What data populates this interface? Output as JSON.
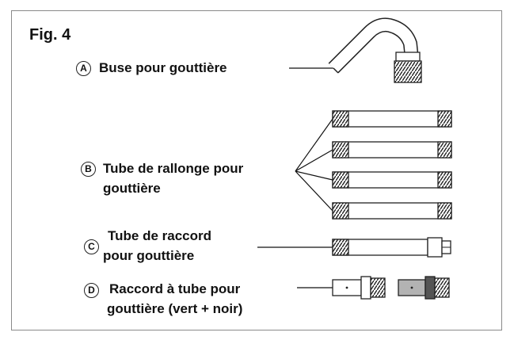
{
  "figure": {
    "title": "Fig. 4",
    "items": [
      {
        "letter": "A",
        "line1": "Buse pour gouttière",
        "line2": ""
      },
      {
        "letter": "B",
        "line1": "Tube de rallonge pour",
        "line2": "gouttière"
      },
      {
        "letter": "C",
        "line1": "Tube de raccord",
        "line2": "pour gouttière"
      },
      {
        "letter": "D",
        "line1": "Raccord à tube pour",
        "line2": "gouttière (vert + noir)"
      }
    ],
    "colors": {
      "connector_green": "#b3b3b3",
      "connector_black": "#555555"
    }
  }
}
